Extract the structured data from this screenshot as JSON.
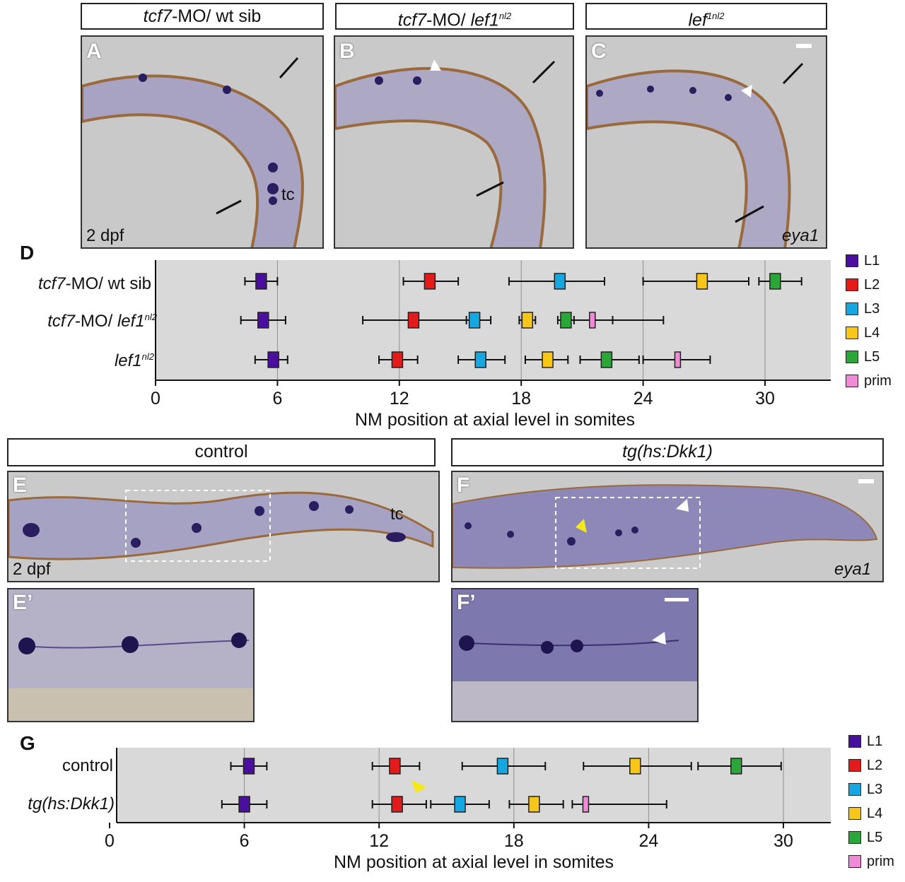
{
  "top_panels": [
    {
      "letter": "A",
      "title_italic": "tcf7",
      "title_rest": "-MO/ wt sib",
      "title_sup": "",
      "corner_text": "2 dpf",
      "corner_italic": false,
      "annotation": "tc"
    },
    {
      "letter": "B",
      "title_italic": "tcf7",
      "title_rest": "-MO/ ",
      "title_italic2": "lef1",
      "title_sup": "nl2",
      "corner_text": "",
      "corner_italic": false,
      "annotation": ""
    },
    {
      "letter": "C",
      "title_italic": "lef",
      "title_rest": "",
      "title_sup": "1nl2",
      "corner_text": "eya1",
      "corner_italic": true,
      "annotation": ""
    }
  ],
  "bottom_panels": [
    {
      "letter": "E",
      "title": "control",
      "corner_text": "2 dpf",
      "annotation": "tc"
    },
    {
      "letter": "F",
      "title": "tg(hs:Dkk1)",
      "corner_text": "eya1"
    },
    {
      "letter": "E’"
    },
    {
      "letter": "F’"
    }
  ],
  "legend": [
    {
      "label": "L1",
      "color": "#4a0f9e"
    },
    {
      "label": "L2",
      "color": "#e31b1b"
    },
    {
      "label": "L3",
      "color": "#16a6e0"
    },
    {
      "label": "L4",
      "color": "#f7c61a"
    },
    {
      "label": "L5",
      "color": "#2ba638"
    },
    {
      "label": "prim",
      "color": "#f08ad8"
    }
  ],
  "chart_data": [
    {
      "panel": "D",
      "type": "scatter",
      "xlabel": "NM position at axial level in somites",
      "xlim": [
        0,
        33
      ],
      "xticks": [
        0,
        6,
        12,
        18,
        24,
        30
      ],
      "grid": true,
      "rows": [
        {
          "label_italic": "tcf7",
          "label_rest": "-MO/ wt sib",
          "label_italic2": "",
          "label_sup": "",
          "points": [
            {
              "series": "L1",
              "value": 5.2,
              "min": 4.4,
              "max": 6.0
            },
            {
              "series": "L2",
              "value": 13.5,
              "min": 12.2,
              "max": 14.9
            },
            {
              "series": "L3",
              "value": 19.9,
              "min": 17.4,
              "max": 22.1
            },
            {
              "series": "L4",
              "value": 26.9,
              "min": 24.0,
              "max": 29.2
            },
            {
              "series": "L5",
              "value": 30.5,
              "min": 29.7,
              "max": 31.8
            }
          ]
        },
        {
          "label_italic": "tcf7",
          "label_rest": "-MO/ ",
          "label_italic2": "lef1",
          "label_sup": "nl2",
          "points": [
            {
              "series": "L1",
              "value": 5.3,
              "min": 4.2,
              "max": 6.4
            },
            {
              "series": "L2",
              "value": 12.7,
              "min": 10.2,
              "max": 15.6
            },
            {
              "series": "L3",
              "value": 15.7,
              "min": 15.3,
              "max": 16.5
            },
            {
              "series": "L4",
              "value": 18.3,
              "min": 17.9,
              "max": 18.7
            },
            {
              "series": "L5",
              "value": 20.2,
              "min": 19.8,
              "max": 22.5
            },
            {
              "series": "prim",
              "value": 21.5,
              "min": 20.6,
              "max": 25.0
            }
          ]
        },
        {
          "label_italic": "lef1",
          "label_rest": "",
          "label_italic2": "",
          "label_sup": "nl2",
          "points": [
            {
              "series": "L1",
              "value": 5.8,
              "min": 4.9,
              "max": 6.5
            },
            {
              "series": "L2",
              "value": 11.9,
              "min": 11.0,
              "max": 12.9
            },
            {
              "series": "L3",
              "value": 16.0,
              "min": 14.9,
              "max": 17.2
            },
            {
              "series": "L4",
              "value": 19.3,
              "min": 18.2,
              "max": 20.3
            },
            {
              "series": "L5",
              "value": 22.2,
              "min": 20.9,
              "max": 23.8
            },
            {
              "series": "prim",
              "value": 25.7,
              "min": 24.0,
              "max": 27.3
            }
          ]
        }
      ]
    },
    {
      "panel": "G",
      "type": "scatter",
      "xlabel": "NM position at axial level in somites",
      "xlim": [
        0,
        33
      ],
      "xticks": [
        0,
        6,
        12,
        18,
        24,
        30
      ],
      "grid": true,
      "rows": [
        {
          "label_italic": "",
          "label_rest": "control",
          "label_italic2": "",
          "label_sup": "",
          "points": [
            {
              "series": "L1",
              "value": 6.2,
              "min": 5.4,
              "max": 7.0
            },
            {
              "series": "L2",
              "value": 12.7,
              "min": 11.7,
              "max": 13.8
            },
            {
              "series": "L3",
              "value": 17.5,
              "min": 15.7,
              "max": 19.4
            },
            {
              "series": "L4",
              "value": 23.4,
              "min": 21.1,
              "max": 25.9
            },
            {
              "series": "L5",
              "value": 27.9,
              "min": 26.2,
              "max": 29.9
            }
          ]
        },
        {
          "label_italic": "tg(hs:Dkk1)",
          "label_rest": "",
          "label_italic2": "",
          "label_sup": "",
          "points": [
            {
              "series": "L1",
              "value": 6.0,
              "min": 5.0,
              "max": 7.0
            },
            {
              "series": "L2",
              "value": 12.8,
              "min": 11.7,
              "max": 14.1
            },
            {
              "series": "L3",
              "value": 15.6,
              "min": 14.3,
              "max": 16.9
            },
            {
              "series": "L4",
              "value": 18.9,
              "min": 17.8,
              "max": 20.2
            },
            {
              "series": "prim",
              "value": 21.2,
              "min": 20.6,
              "max": 24.8
            }
          ]
        }
      ]
    }
  ]
}
